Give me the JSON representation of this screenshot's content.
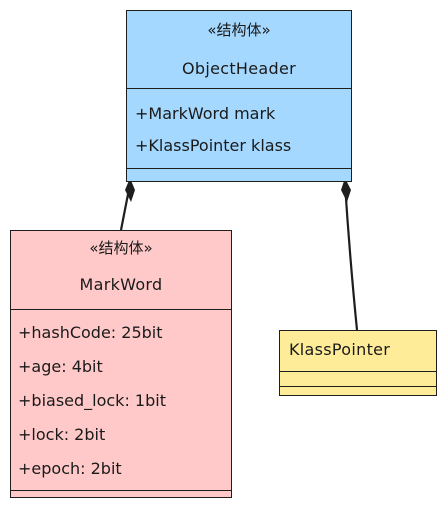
{
  "classes": {
    "object_header": {
      "stereotype": "«结构体»",
      "name": "ObjectHeader",
      "attributes": [
        "+MarkWord mark",
        "+KlassPointer klass"
      ],
      "fill": "#a5d8ff"
    },
    "mark_word": {
      "stereotype": "«结构体»",
      "name": "MarkWord",
      "attributes": [
        "+hashCode: 25bit",
        "+age: 4bit",
        "+biased_lock: 1bit",
        "+lock: 2bit",
        "+epoch: 2bit"
      ],
      "fill": "#ffc9c9"
    },
    "klass_pointer": {
      "name": "KlassPointer",
      "fill": "#ffec99"
    }
  },
  "relations": [
    {
      "from": "ObjectHeader",
      "to": "MarkWord",
      "type": "composition"
    },
    {
      "from": "ObjectHeader",
      "to": "KlassPointer",
      "type": "composition"
    }
  ]
}
